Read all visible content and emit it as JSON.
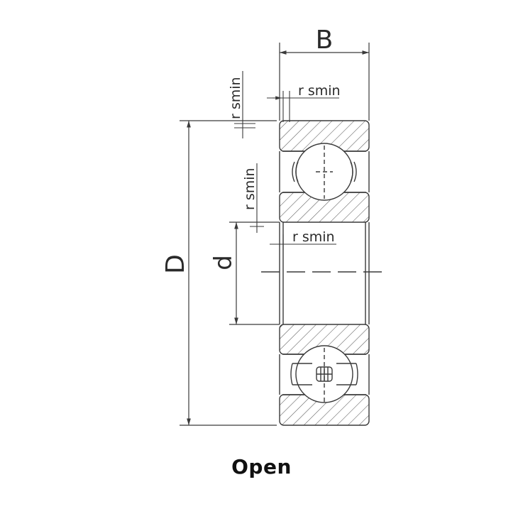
{
  "diagram": {
    "labels": {
      "width": "B",
      "outer_diameter": "D",
      "bore": "d",
      "r_outer_top": "r smin",
      "r_side_upper": "r smin",
      "r_side_lower": "r smin",
      "r_inner_bore": "r smin"
    }
  },
  "caption": "Open",
  "colors": {
    "line": "#3a3a3a",
    "hatch": "#5a5a5a",
    "fill": "#f7f7f7"
  }
}
